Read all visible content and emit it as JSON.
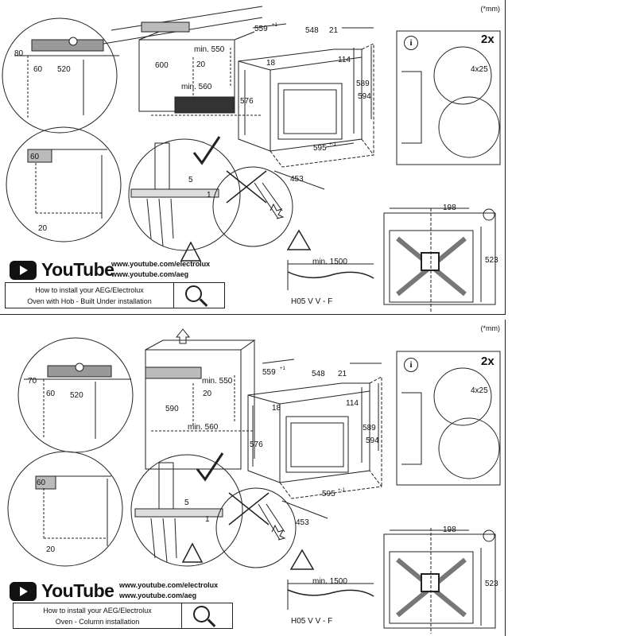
{
  "footnote": "(*mm)",
  "youtube": {
    "word": "YouTube",
    "link1": "www.youtube.com/electrolux",
    "link2": "www.youtube.com/aeg"
  },
  "top": {
    "howto_line1": "How to install your AEG/Electrolux",
    "howto_line2": "Oven with Hob - Built Under installation",
    "dims": {
      "d80": "80",
      "d60a": "60",
      "d520": "520",
      "d600": "600",
      "d550": "min. 550",
      "d20": "20",
      "d560": "min. 560",
      "d60b": "60",
      "d20b": "20",
      "d5": "5",
      "d1": "1"
    }
  },
  "bottom": {
    "howto_line1": "How to install your AEG/Electrolux",
    "howto_line2": "Oven - Column installation",
    "dims": {
      "d70": "70",
      "d60a": "60",
      "d520": "520",
      "d590": "590",
      "d550": "min. 550",
      "d20": "20",
      "d560": "min. 560",
      "d60b": "60",
      "d20b": "20",
      "d5": "5",
      "d1": "1"
    }
  },
  "oven": {
    "w559": "559",
    "w559sup": "+1",
    "w548": "548",
    "w21": "21",
    "h18": "18",
    "h114": "114",
    "h576": "576",
    "h589": "589",
    "h594": "594",
    "w595": "595",
    "w595sup": "+-1",
    "d453": "453"
  },
  "screws": {
    "count": "2x",
    "spec": "4x25",
    "info": "i"
  },
  "top_view": {
    "w198": "198",
    "d523": "523"
  },
  "cable": {
    "min": "min. 1500",
    "type": "H05 V V - F"
  }
}
